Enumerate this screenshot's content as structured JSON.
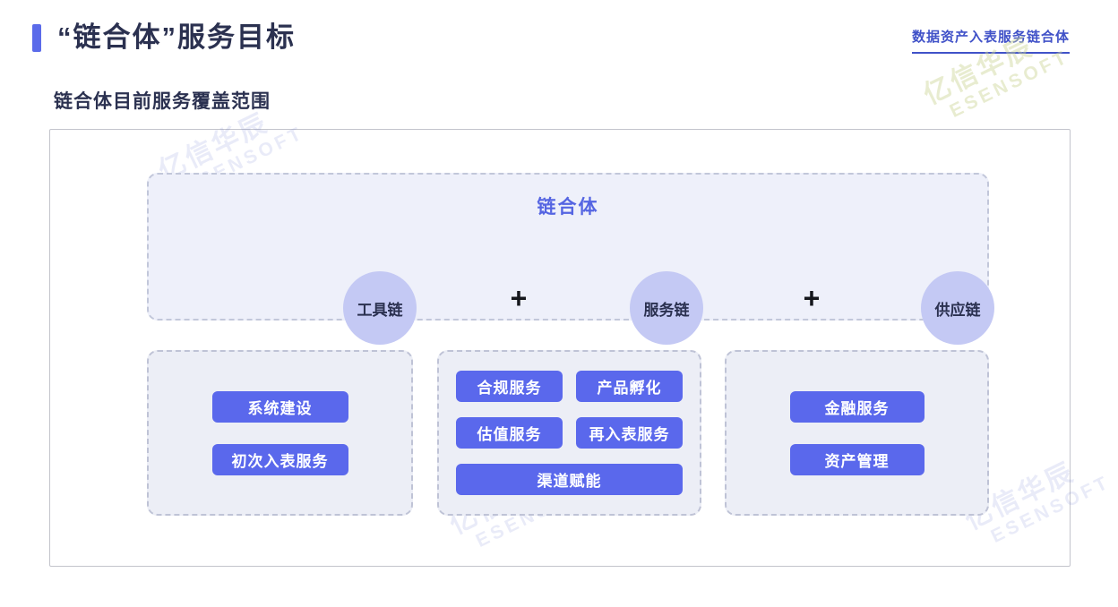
{
  "header": {
    "title": "“链合体”服务目标",
    "link": "数据资产入表服务链合体"
  },
  "section": {
    "subtitle": "链合体目前服务覆盖范围"
  },
  "diagram": {
    "container_title": "链合体",
    "plus": "+",
    "chains": [
      {
        "label": "工具链"
      },
      {
        "label": "服务链"
      },
      {
        "label": "供应链"
      }
    ],
    "groups": [
      {
        "name": "tool-chain-services",
        "items": [
          "系统建设",
          "初次入表服务"
        ]
      },
      {
        "name": "service-chain-services",
        "items": [
          "合规服务",
          "产品孵化",
          "估值服务",
          "再入表服务",
          "渠道赋能"
        ]
      },
      {
        "name": "supply-chain-services",
        "items": [
          "金融服务",
          "资产管理"
        ]
      }
    ]
  },
  "watermark": {
    "line1": "亿信华辰",
    "line2": "ESENSOFT"
  },
  "colors": {
    "accent": "#5b6bea",
    "button": "#5a68ec",
    "circle": "#c4c9f4",
    "heading_text": "#2b3150",
    "link_text": "#4152c8",
    "container_bg": "#eef0fa",
    "group_bg": "#eceef6"
  }
}
